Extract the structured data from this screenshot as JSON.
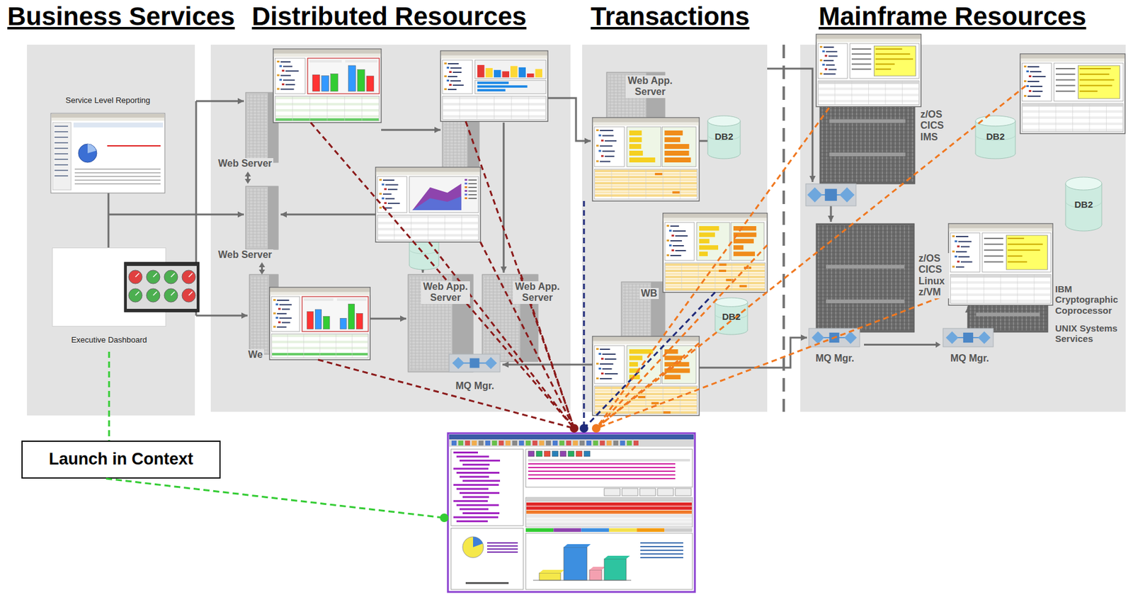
{
  "diagram": {
    "nodes": [
      {
        "text": [
          "Business Services"
        ]
      },
      {
        "text": [
          "Service Level Reporting"
        ],
        "in": 0
      },
      {
        "text": [
          "Executive Dashboard"
        ],
        "in": 0
      },
      {
        "text": [
          "Distributed Resources"
        ]
      },
      {
        "text": [
          "Web Server"
        ],
        "in": 3
      },
      {
        "text": [
          "Web Server"
        ],
        "in": 3
      },
      {
        "text": [
          "We"
        ],
        "in": 3
      },
      {
        "text": [
          "Web App. Server"
        ],
        "in": 3
      },
      {
        "text": [
          "Web App. Server"
        ],
        "in": 3
      },
      {
        "text": [
          "MQ Mgr."
        ],
        "in": 3
      },
      {
        "text": [
          "Transactions"
        ]
      },
      {
        "text": [
          "Web App. Server"
        ],
        "in": 10
      },
      {
        "text": [
          "DB2"
        ],
        "in": 10
      },
      {
        "text": [
          "WB"
        ],
        "in": 10
      },
      {
        "text": [
          "DB2"
        ],
        "in": 10
      },
      {
        "text": [
          "Mainframe Resources"
        ]
      },
      {
        "text": [
          "z/OS CICS IMS"
        ],
        "in": 15
      },
      {
        "text": [
          "DB2"
        ],
        "in": 15
      },
      {
        "text": [
          "DB2"
        ],
        "in": 15
      },
      {
        "text": [
          "z/OS CICS Linux z/VM"
        ],
        "in": 15
      },
      {
        "text": [
          "MQ Mgr."
        ],
        "in": 15
      },
      {
        "text": [
          "MQ Mgr."
        ],
        "in": 15
      },
      {
        "text": [
          "Launch in Context"
        ]
      }
    ],
    "edges": [
      {
        "from": 4,
        "to": 5,
        "arrow": "both"
      },
      {
        "from": 5,
        "to": 6,
        "arrow": "both"
      },
      {
        "from": 20,
        "to": 21,
        "arrow": "to"
      },
      {
        "from": 2,
        "to": 22,
        "arrow": "none"
      }
    ],
    "labels": [
      "IBM Cryptographic Coprocessor",
      "UNIX Systems Services"
    ]
  }
}
